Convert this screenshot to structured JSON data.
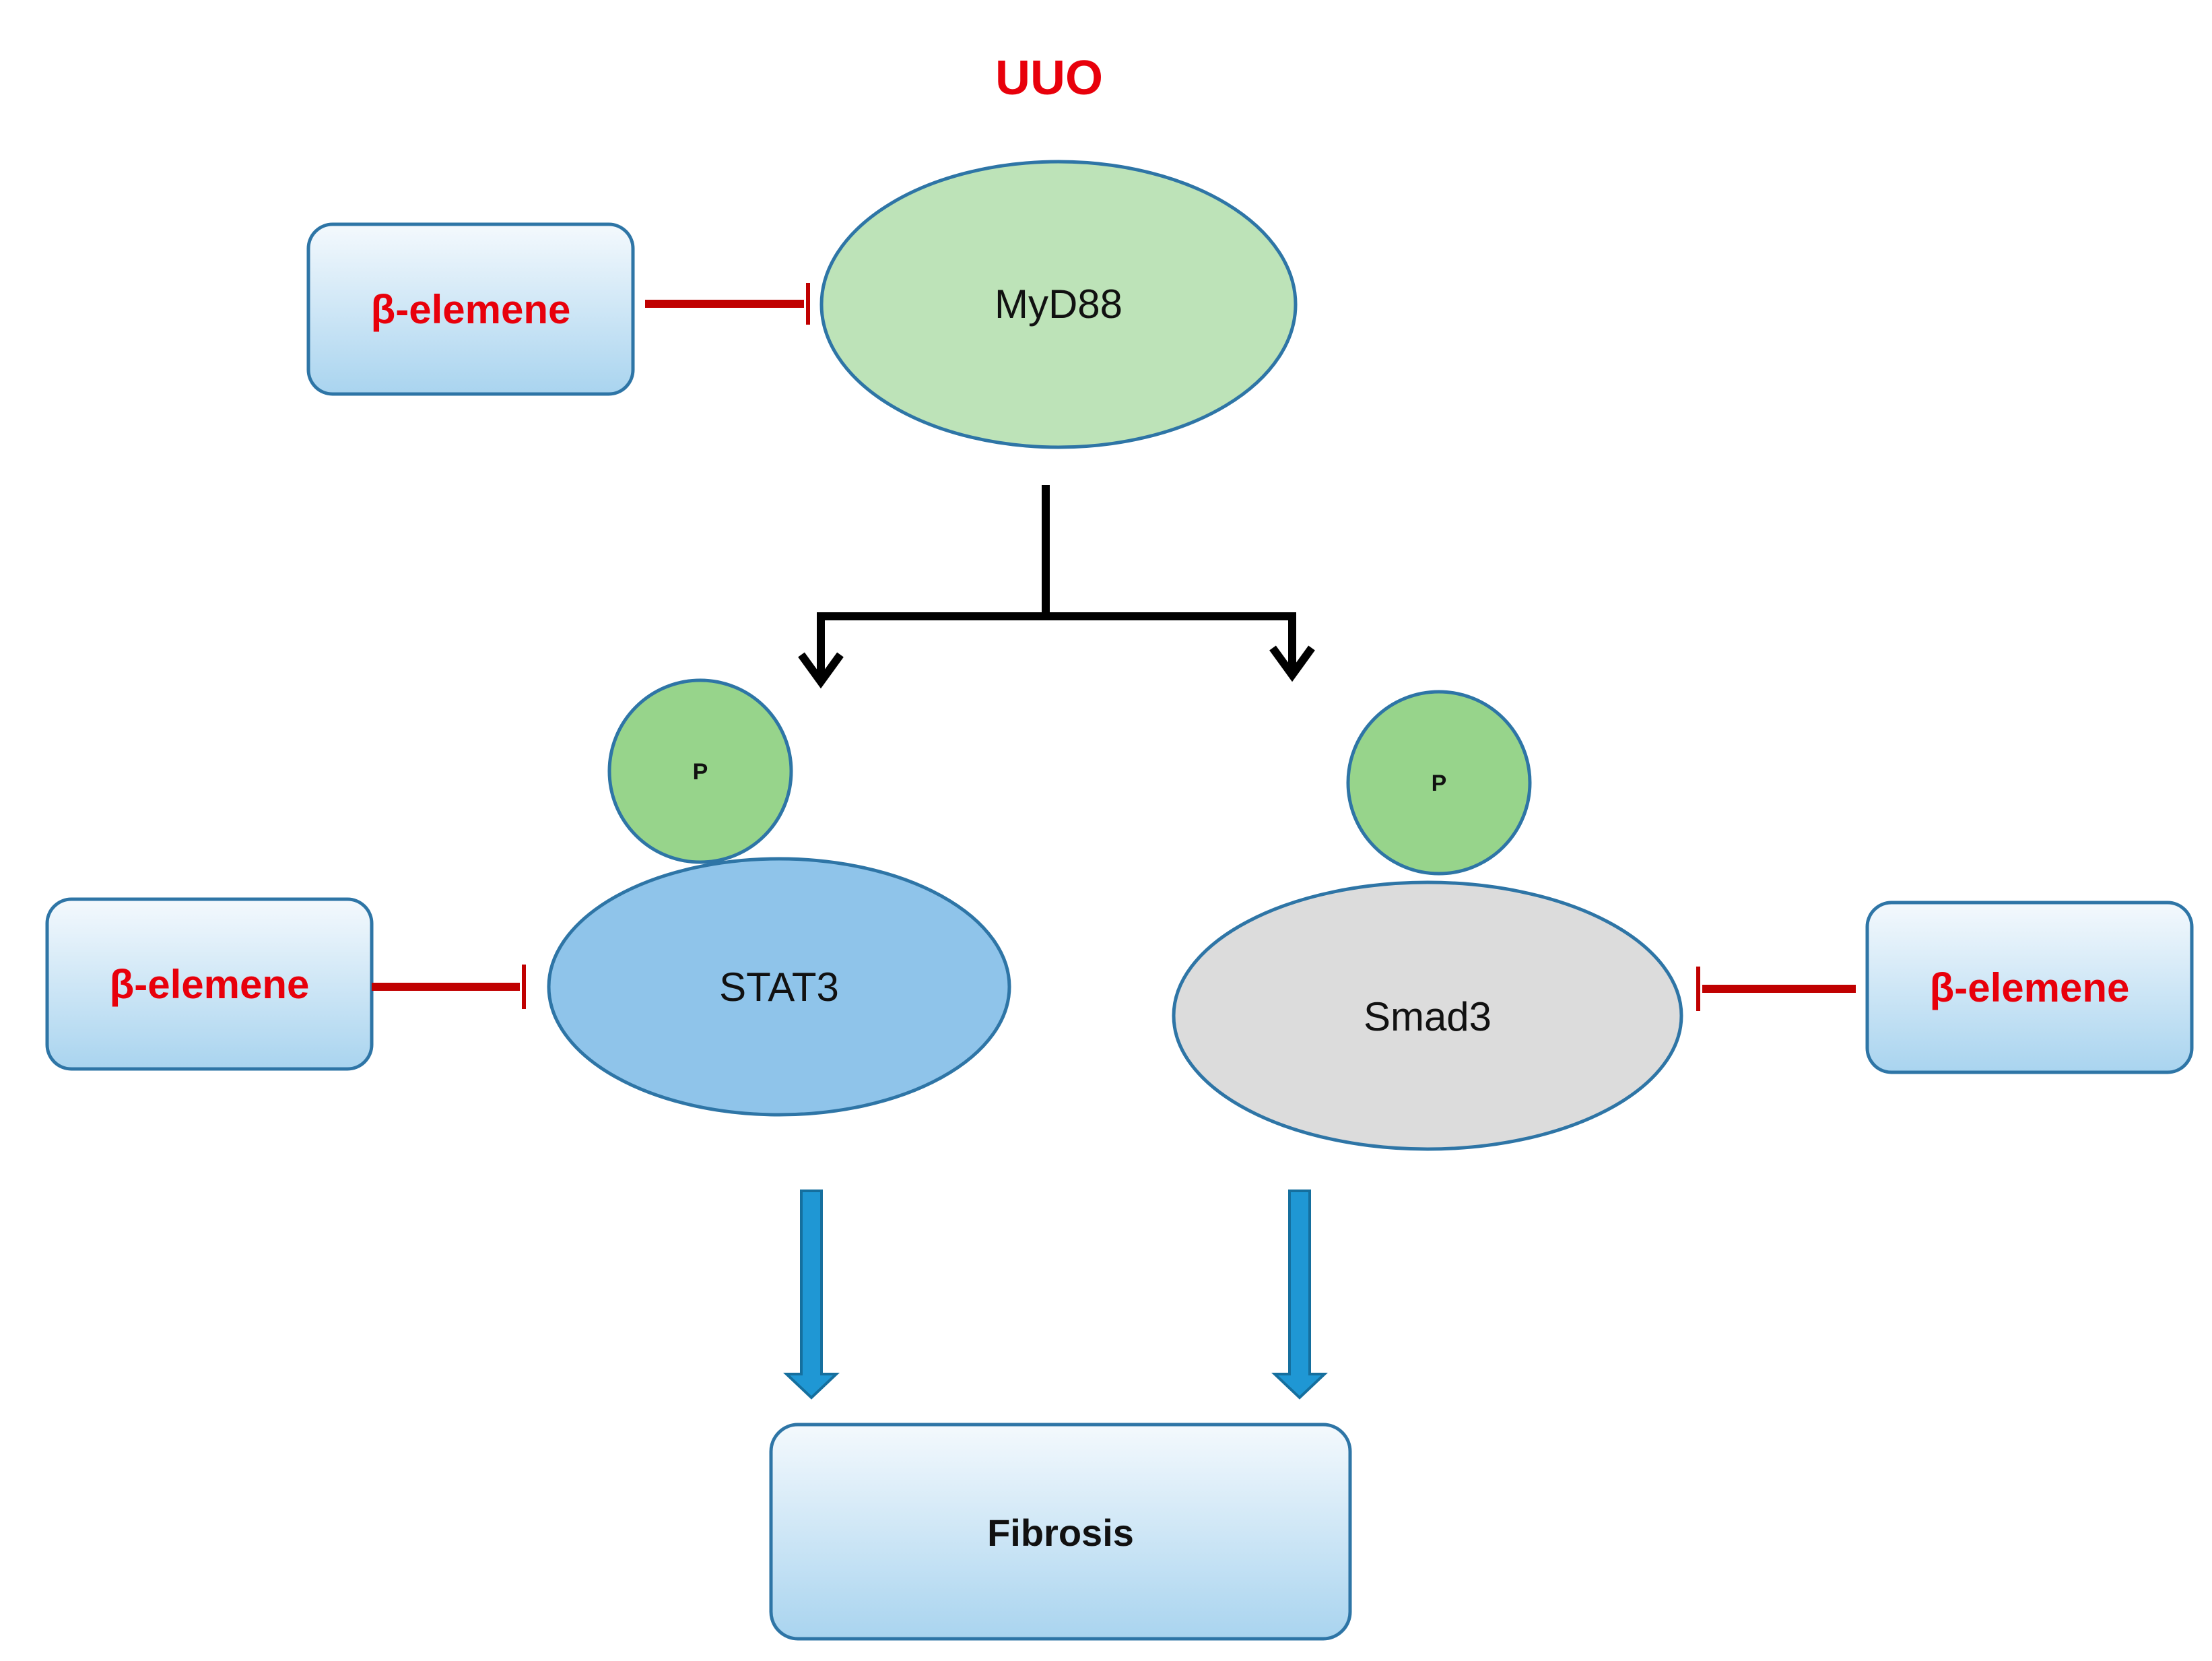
{
  "title": "UUO",
  "nodes": {
    "myd88": "MyD88",
    "stat3": "STAT3",
    "smad3": "Smad3",
    "phospho_stat3": "P",
    "phospho_smad3": "P",
    "fibrosis": "Fibrosis"
  },
  "inhibitors": {
    "top": "β-elemene",
    "left": "β-elemene",
    "right": "β-elemene"
  },
  "colors": {
    "title": "#e8000b",
    "inhibitor_text": "#e8000b",
    "inhibitor_line": "#c00000",
    "myd88_fill": "#bde3b8",
    "stat3_fill": "#8fc4ea",
    "smad3_fill": "#dcdcdc",
    "phospho_fill": "#97d48b",
    "node_stroke": "#2e75a6",
    "flow_arrow": "#1f97d4",
    "branch_arrow": "#000000",
    "box_top": "#f4f9fd",
    "box_bottom": "#a9d4ef"
  }
}
